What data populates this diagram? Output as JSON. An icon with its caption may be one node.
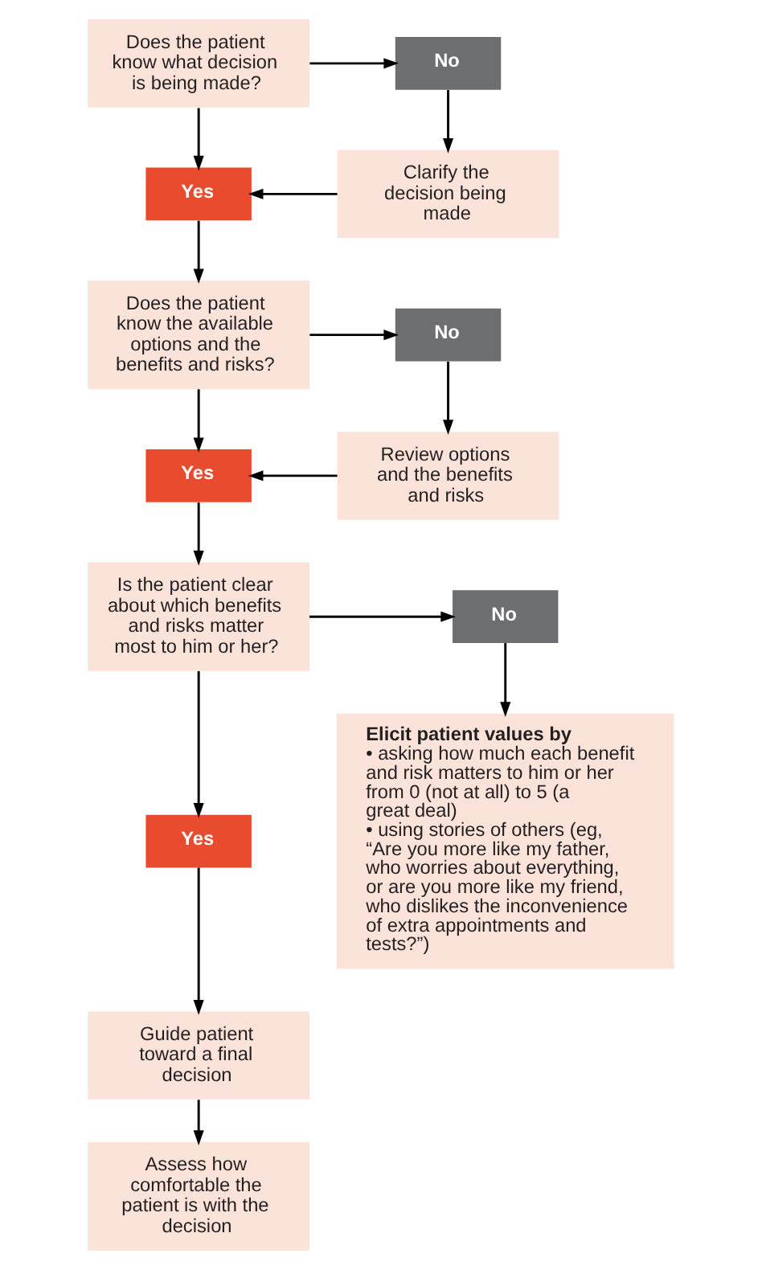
{
  "diagram": {
    "nodes": [
      {
        "text": [
          "Does the patient know what decision is being made?"
        ]
      },
      {
        "text": [
          "No"
        ]
      },
      {
        "text": [
          "Clarify the decision being made"
        ]
      },
      {
        "text": [
          "Yes"
        ]
      },
      {
        "text": [
          "Does the patient know the available options and the benefits and risks?"
        ]
      },
      {
        "text": [
          "No"
        ]
      },
      {
        "text": [
          "Review options and the benefits and risks"
        ]
      },
      {
        "text": [
          "Yes"
        ]
      },
      {
        "text": [
          "Is the patient clear about which benefits and risks matter most to him or her?"
        ]
      },
      {
        "text": [
          "No"
        ]
      },
      {
        "text": [
          "Elicit patient values by",
          "• asking how much each benefit and risk matters to him or her from 0 (not at all) to 5 (a great deal)",
          "• using stories of others (eg, “Are you more like my father, who worries about everything, or are you more like my friend, who dislikes the inconvenience of extra appointments and tests?”)"
        ]
      },
      {
        "text": [
          "Yes"
        ]
      },
      {
        "text": [
          "Guide patient toward a final decision"
        ]
      },
      {
        "text": [
          "Assess how comfortable the patient is with the decision"
        ]
      }
    ],
    "edges": [
      {
        "from": 0,
        "to": 1,
        "arrow": "to"
      },
      {
        "from": 1,
        "to": 2,
        "arrow": "to"
      },
      {
        "from": 2,
        "to": 3,
        "arrow": "to"
      },
      {
        "from": 0,
        "to": 3,
        "arrow": "to"
      },
      {
        "from": 3,
        "to": 4,
        "arrow": "to"
      },
      {
        "from": 4,
        "to": 5,
        "arrow": "to"
      },
      {
        "from": 5,
        "to": 6,
        "arrow": "to"
      },
      {
        "from": 6,
        "to": 7,
        "arrow": "to"
      },
      {
        "from": 4,
        "to": 7,
        "arrow": "to"
      },
      {
        "from": 7,
        "to": 8,
        "arrow": "to"
      },
      {
        "from": 8,
        "to": 9,
        "arrow": "to"
      },
      {
        "from": 9,
        "to": 10,
        "arrow": "to"
      },
      {
        "from": 8,
        "to": 11,
        "arrow": "to"
      },
      {
        "from": 11,
        "to": 12,
        "arrow": "to"
      },
      {
        "from": 12,
        "to": 13,
        "arrow": "to"
      }
    ]
  }
}
